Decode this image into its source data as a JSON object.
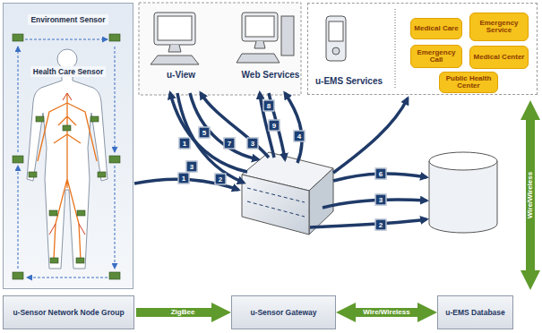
{
  "diagram": {
    "nodes": [
      {
        "text": [
          "Environment Sensor",
          "Health Care Sensor"
        ]
      },
      {
        "text": [
          "u-View"
        ]
      },
      {
        "text": [
          "Web Services"
        ]
      },
      {
        "text": [
          "u-EMS Services"
        ]
      },
      {
        "text": [
          "Medical Care"
        ],
        "in": 3
      },
      {
        "text": [
          "Emergency Service"
        ],
        "in": 3
      },
      {
        "text": [
          "Emergency Call"
        ],
        "in": 3
      },
      {
        "text": [
          "Medical Center"
        ],
        "in": 3
      },
      {
        "text": [
          "Public Health Center"
        ],
        "in": 3
      },
      {
        "text": [
          "u-Sensor Network Node Group"
        ]
      },
      {
        "text": [
          "u-Sensor Gateway"
        ]
      },
      {
        "text": [
          "u-EMS Database"
        ]
      }
    ],
    "edges": [
      {
        "from": 9,
        "to": 10,
        "label": "ZigBee",
        "arrow": "to"
      },
      {
        "from": 10,
        "to": 11,
        "label": "Wire/Wireless",
        "arrow": "both"
      }
    ],
    "labels": [
      "1",
      "5",
      "3",
      "7",
      "3",
      "2",
      "8",
      "9",
      "4",
      "1",
      "6",
      "3",
      "2",
      "Wire/Wireless"
    ]
  }
}
